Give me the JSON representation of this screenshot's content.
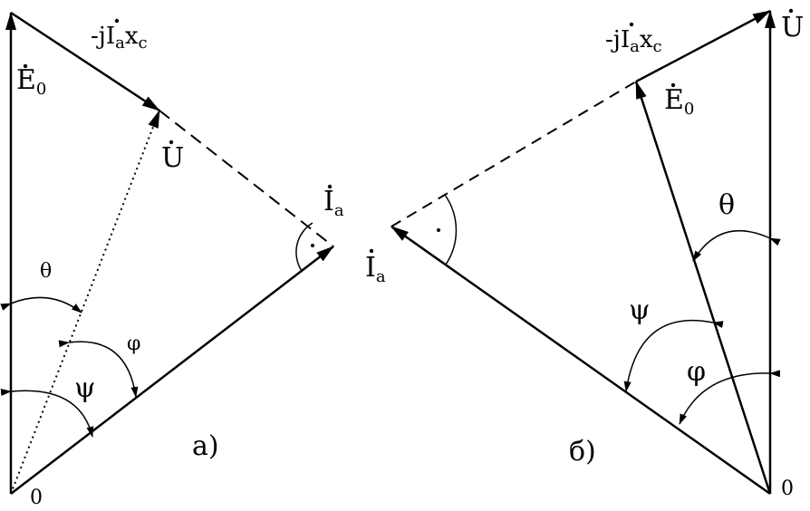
{
  "panel_a": {
    "caption": "а)",
    "origin": "0",
    "labels": {
      "e0": "E",
      "e0_sub": "0",
      "u": "U",
      "ia": "I",
      "ia_sub": "a",
      "drop_pre": "-j",
      "drop_i": "I",
      "drop_sub_a": "a",
      "drop_x": "x",
      "drop_sub_c": "c",
      "theta": "θ",
      "phi": "φ",
      "psi": "ψ"
    }
  },
  "panel_b": {
    "caption": "б)",
    "origin": "0",
    "labels": {
      "u": "U",
      "e0": "E",
      "e0_sub": "0",
      "ia": "I",
      "ia_sub": "a",
      "drop_pre": "-j",
      "drop_i": "I",
      "drop_sub_a": "a",
      "drop_x": "x",
      "drop_sub_c": "c",
      "theta": "θ",
      "psi": "ψ",
      "phi": "φ"
    }
  },
  "colors": {
    "ink": "#000000",
    "background": "#ffffff"
  }
}
